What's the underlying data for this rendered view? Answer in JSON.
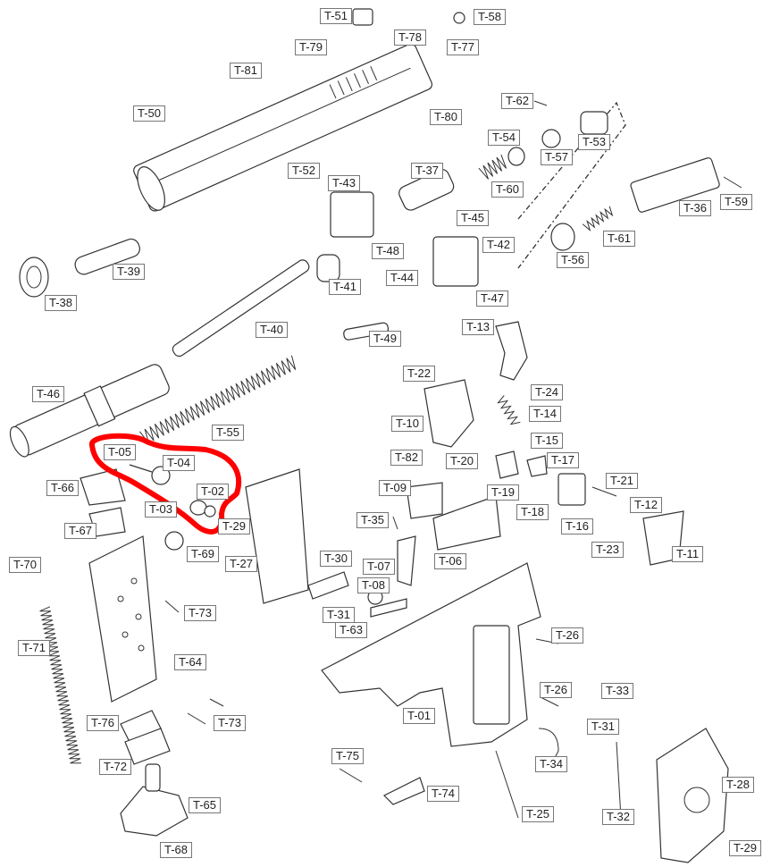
{
  "title": "Exploded parts diagram",
  "highlight_color": "#ff0000",
  "labels": [
    "T-51",
    "T-58",
    "T-78",
    "T-77",
    "T-79",
    "T-81",
    "T-50",
    "T-80",
    "T-62",
    "T-54",
    "T-53",
    "T-57",
    "T-37",
    "T-52",
    "T-43",
    "T-60",
    "T-36",
    "T-59",
    "T-45",
    "T-61",
    "T-42",
    "T-48",
    "T-39",
    "T-38",
    "T-44",
    "T-41",
    "T-47",
    "T-56",
    "T-13",
    "T-40",
    "T-49",
    "T-22",
    "T-24",
    "T-46",
    "T-14",
    "T-10",
    "T-55",
    "T-15",
    "T-05",
    "T-04",
    "T-82",
    "T-20",
    "T-17",
    "T-21",
    "T-66",
    "T-09",
    "T-02",
    "T-19",
    "T-12",
    "T-03",
    "T-29",
    "T-18",
    "T-16",
    "T-35",
    "T-67",
    "T-23",
    "T-11",
    "T-69",
    "T-06",
    "T-70",
    "T-30",
    "T-27",
    "T-07",
    "T-08",
    "T-31",
    "T-73",
    "T-63",
    "T-26",
    "T-71",
    "T-64",
    "T-26",
    "T-33",
    "T-01",
    "T-31",
    "T-76",
    "T-73",
    "T-72",
    "T-34",
    "T-75",
    "T-28",
    "T-74",
    "T-65",
    "T-25",
    "T-32",
    "T-68",
    "T-29"
  ]
}
